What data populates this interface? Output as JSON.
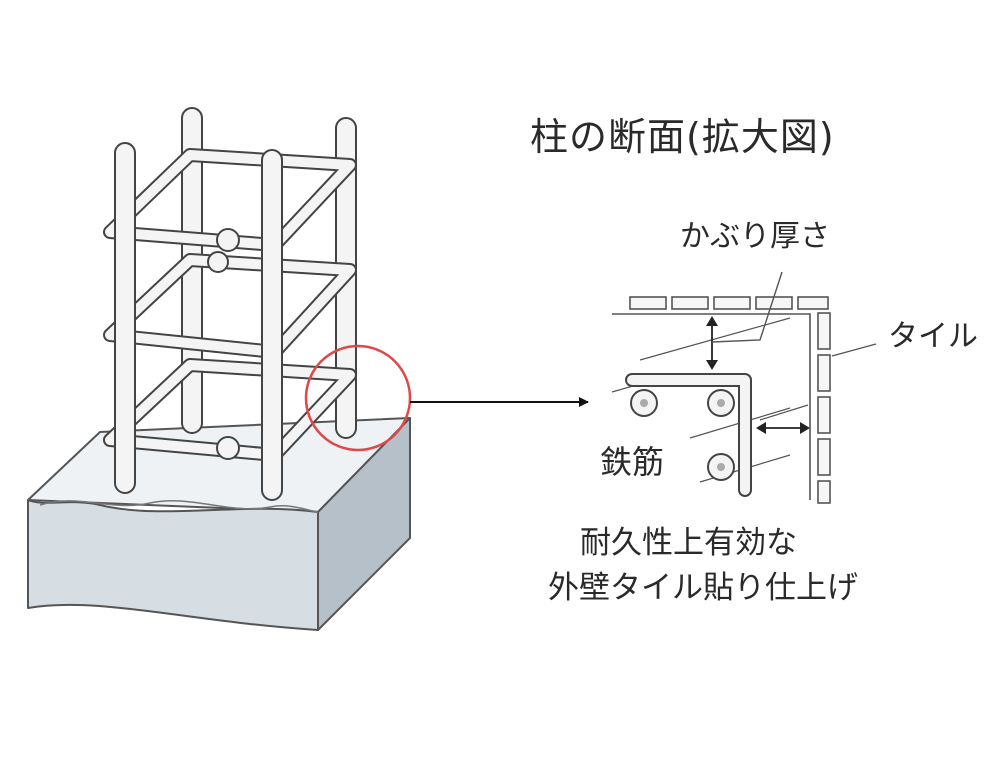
{
  "labels": {
    "title": "柱の断面(拡大図)",
    "cover_thickness": "かぶり厚さ",
    "tile": "タイル",
    "rebar": "鉄筋",
    "note_line1": "耐久性上有効な",
    "note_line2": "外壁タイル貼り仕上げ"
  },
  "colors": {
    "line": "#444444",
    "bar_fill": "#f4f4f4",
    "block_top": "#eef2f5",
    "block_front": "#d6dee4",
    "block_side": "#b6c0c8",
    "highlight_circle": "#e04848"
  }
}
